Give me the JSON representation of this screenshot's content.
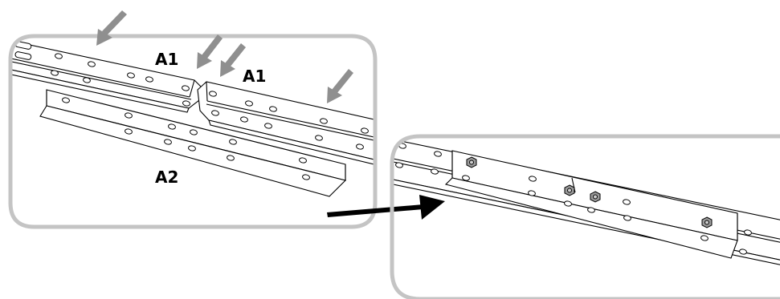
{
  "panels": {
    "left_parts": [
      {
        "id": "part-a1-left",
        "label": "A1"
      },
      {
        "id": "part-a1-right",
        "label": "A1"
      },
      {
        "id": "part-a2",
        "label": "A2"
      }
    ]
  },
  "colors": {
    "frame": "#c4c4c4",
    "pointer_arrow": "#8f8f8f",
    "transition_arrow": "#000000",
    "hardware": "#9a9a9a",
    "outline": "#000000"
  }
}
